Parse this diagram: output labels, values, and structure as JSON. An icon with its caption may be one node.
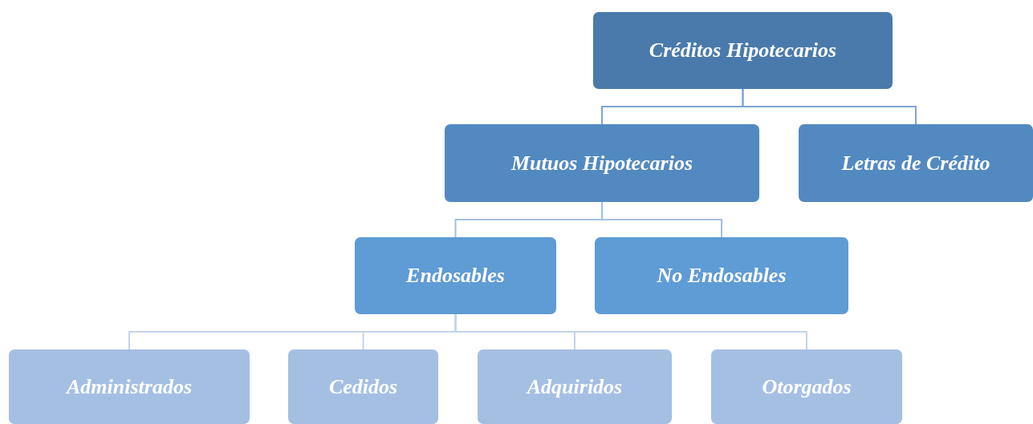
{
  "diagram": {
    "nodes": [
      {
        "text": [
          "Créditos Hipotecarios"
        ]
      },
      {
        "text": [
          "Mutuos Hipotecarios"
        ]
      },
      {
        "text": [
          "Letras de Crédito"
        ]
      },
      {
        "text": [
          "Endosables"
        ]
      },
      {
        "text": [
          "No Endosables"
        ]
      },
      {
        "text": [
          "Administrados"
        ]
      },
      {
        "text": [
          "Cedidos"
        ]
      },
      {
        "text": [
          "Adquiridos"
        ]
      },
      {
        "text": [
          "Otorgados"
        ]
      }
    ],
    "edges": [
      {
        "from": 0,
        "to": 1,
        "arrow": "none",
        "color": "#7ea5d3"
      },
      {
        "from": 0,
        "to": 2,
        "arrow": "none",
        "color": "#7ea5d3"
      },
      {
        "from": 1,
        "to": 3,
        "arrow": "none",
        "color": "#a3bfe2"
      },
      {
        "from": 1,
        "to": 4,
        "arrow": "none",
        "color": "#a3bfe2"
      },
      {
        "from": 3,
        "to": 5,
        "arrow": "none"
      },
      {
        "from": 3,
        "to": 6,
        "arrow": "none"
      },
      {
        "from": 3,
        "to": 7,
        "arrow": "none"
      },
      {
        "from": 3,
        "to": 8,
        "arrow": "none"
      }
    ]
  }
}
